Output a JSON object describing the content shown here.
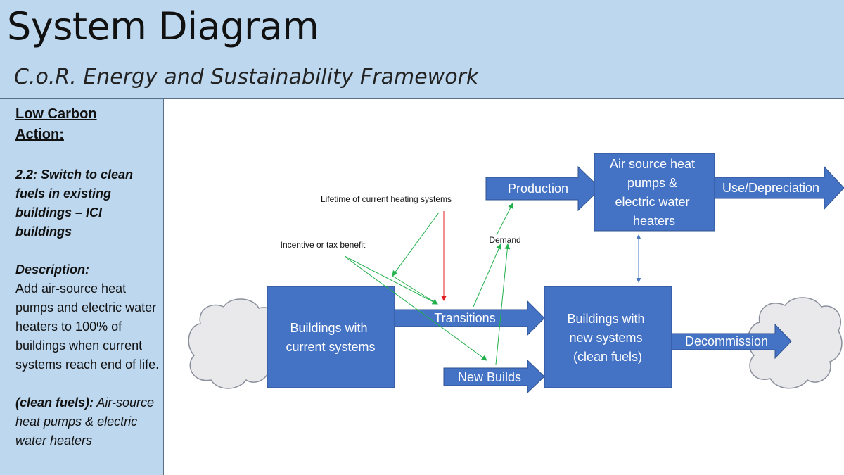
{
  "header": {
    "title": "System Diagram",
    "subtitle": "C.o.R. Energy and Sustainability Framework"
  },
  "sidebar": {
    "heading": "Low Carbon Action:",
    "action": "2.2: Switch to clean fuels in existing buildings – ICI buildings",
    "description_label": "Description:",
    "description": "Add air-source heat pumps and electric water heaters to 100% of buildings when current systems reach end of life.",
    "clean_fuels_label": "(clean fuels):",
    "clean_fuels_text": " Air-source heat pumps & electric water heaters"
  },
  "diagram": {
    "boxes": {
      "current": [
        "Buildings with",
        "current systems"
      ],
      "new": [
        "Buildings with",
        "new systems",
        "(clean fuels)"
      ],
      "heatpumps": [
        "Air source heat",
        "pumps &",
        "electric water",
        "heaters"
      ]
    },
    "arrows": {
      "production": "Production",
      "use": "Use/Depreciation",
      "transitions": "Transitions",
      "new_builds": "New Builds",
      "decommission": "Decommission"
    },
    "labels": {
      "lifetime": "Lifetime of current heating systems",
      "incentive": "Incentive or tax benefit",
      "demand": "Demand"
    },
    "colors": {
      "box_fill": "#4472c4",
      "box_stroke": "#2f528f",
      "green_link": "#22b14c",
      "red_link": "#e02020",
      "blue_link": "#4a78c0",
      "cloud": "#e9e9ec"
    }
  }
}
